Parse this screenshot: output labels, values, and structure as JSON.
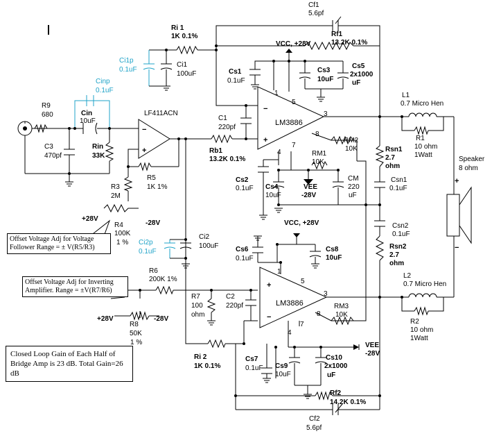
{
  "labels": {
    "cf1": "Cf1",
    "cf1_val": "5.6pf",
    "rf1": "Rf1",
    "rf1_val": "13.2K 0.1%",
    "ri1": "Ri 1",
    "ri1_val": "1K 0.1%",
    "ci1p": "Ci1p",
    "ci1p_val": "0.1uF",
    "ci1": "Ci1",
    "ci1_val": "100uF",
    "vcc_top": "VCC, +28V",
    "cs1": "Cs1",
    "cs1_val": "0.1uF",
    "cs3": "Cs3",
    "cs3_val": "10uF",
    "cs5": "Cs5",
    "cs5_val": "2x1000",
    "cs5_unit": "uF",
    "cinp": "Cinp",
    "cinp_val": "0.1uF",
    "r9": "R9",
    "r9_val": "680",
    "cin": "Cin",
    "cin_val": "10uF",
    "opamp": "LF411ACN",
    "c3": "C3",
    "c3_val": "470pf",
    "rin": "Rin",
    "rin_val": "33K",
    "c1": "C1",
    "c1_val": "220pf",
    "lm3886_1": "LM3886",
    "rb1": "Rb1",
    "rb1_val": "13.2K 0.1%",
    "rm2": "RM2",
    "rm2_val": "10K",
    "rm1": "RM1",
    "rm1_val": "10K",
    "l1": "L1",
    "l1_val": "0.7 Micro Hen",
    "r1": "R1",
    "r1_val": "10 ohm",
    "r1_pow": "1Watt",
    "rsn1": "Rsn1",
    "rsn1_val": "2.7",
    "rsn1_unit": "ohm",
    "csn1": "Csn1",
    "csn1_val": "0.1uF",
    "speaker": "Speaker",
    "speaker_val": "8 ohm",
    "r5": "R5",
    "r5_val": "1K 1%",
    "r3": "R3",
    "r3_val": "2M",
    "cs2": "Cs2",
    "cs2_val": "0.1uF",
    "cs4": "Cs4",
    "cs4_val": "10uF",
    "vee_top": "VEE",
    "vee_top_val": "-28V",
    "cm": "CM",
    "cm_val": "220",
    "cm_unit": "uF",
    "r4": "R4",
    "r4_val": "100K",
    "r4_tol": "1 %",
    "plus28_1": "+28V",
    "minus28_1": "-28V",
    "ci2": "Ci2",
    "ci2_val": "100uF",
    "ci2p": "Ci2p",
    "ci2p_val": "0.1uF",
    "csn2": "Csn2",
    "csn2_val": "0.1uF",
    "rsn2": "Rsn2",
    "rsn2_val": "2.7",
    "rsn2_unit": "ohm",
    "vcc_bot": "VCC, +28V",
    "cs6": "Cs6",
    "cs6_val": "0.1uF",
    "cs8": "Cs8",
    "cs8_val": "10uF",
    "r6": "R6",
    "r6_val": "200K 1%",
    "l2": "L2",
    "l2_val": "0.7 Micro Hen",
    "r7": "R7",
    "r7_val": "100",
    "r7_unit": "ohm",
    "c2": "C2",
    "c2_val": "220pf",
    "lm3886_2": "LM3886",
    "rm3": "RM3",
    "rm3_val": "10K",
    "r2": "R2",
    "r2_val": "10 ohm",
    "r2_pow": "1Watt",
    "plus28_2": "+28V",
    "minus28_2": "-28V",
    "r8": "R8",
    "r8_val": "50K",
    "r8_tol": "1 %",
    "vee_bot": "VEE",
    "vee_bot_val": "-28V",
    "ri2": "Ri 2",
    "ri2_val": "1K 0.1%",
    "cs7": "Cs7",
    "cs7_val": "0.1uF",
    "cs9": "Cs9",
    "cs9_val": "10uF",
    "cs10": "Cs10",
    "cs10_val": "2x1000",
    "cs10_unit": "uF",
    "rf2": "Rf2",
    "rf2_val": "14.2K 0.1%",
    "cf2": "Cf2",
    "cf2_val": "5.6pf",
    "pin1a": "1",
    "pin5a": "5",
    "pin3a": "3",
    "pin8a": "8",
    "pin4a": "4",
    "pin7a": "7",
    "pin1b": "1",
    "pin5b": "5",
    "pin3b": "3",
    "pin8b": "8",
    "pin4b": "4",
    "pin7b": "7",
    "minus_in1": "−",
    "plus_in1": "+",
    "minus_in2": "−",
    "plus_in2": "+",
    "op_minus": "−",
    "op_plus": "+",
    "spk_plus": "+",
    "spk_minus": "−"
  },
  "notes": {
    "offset1": "Offset Voltage Adj for Voltage Follower Range = ± V(R5/R3)",
    "offset2": "Offset Voltage Adj for Inverting Amplifier. Range = ±V(R7/R6)",
    "gain": "Closed Loop Gain of Each Half of Bridge Amp is 23 dB. Total Gain=26 dB"
  }
}
